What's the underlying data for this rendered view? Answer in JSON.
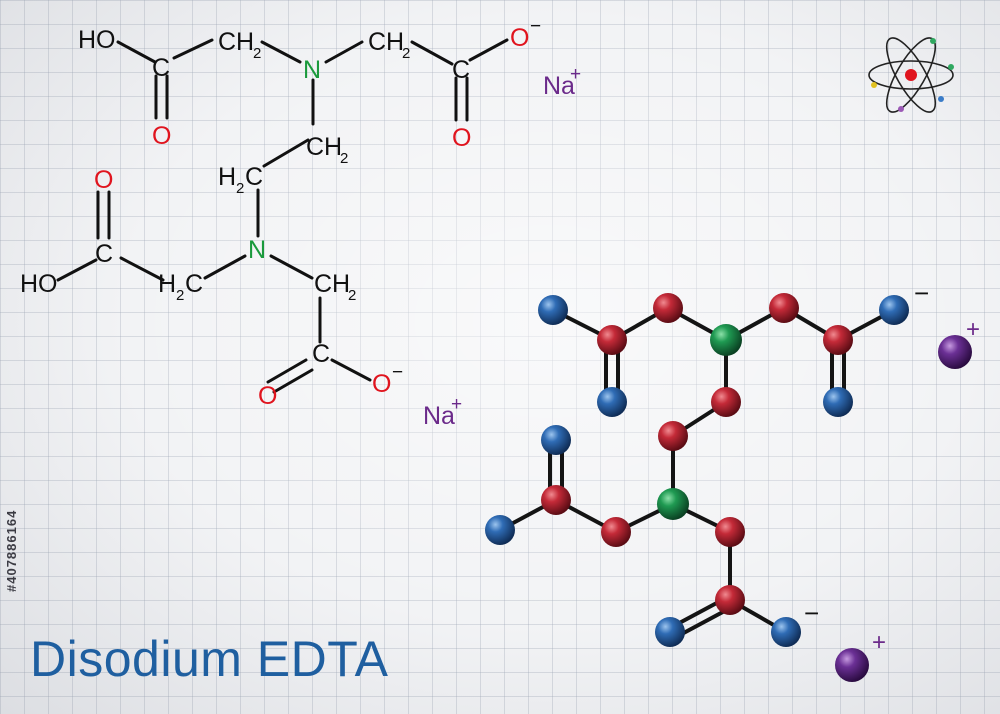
{
  "title": "Disodium EDTA",
  "stock_id": "#407886164",
  "colors": {
    "black": "#111111",
    "oxygen": "#e0141e",
    "nitrogen": "#1a9a3c",
    "sodium": "#6b2a8a",
    "title": "#1f5fa0",
    "ball_red": "#c42a38",
    "ball_blue": "#2f6cb5",
    "ball_green": "#1f9a52",
    "ball_purple": "#6b3095"
  },
  "structure": {
    "atoms": {
      "ho_top": "HO",
      "c_top_left": "C",
      "o_top_left": "O",
      "ch2_top_left": "CH",
      "ch2_top_left_sub": "2",
      "n_top": "N",
      "ch2_top_right": "CH",
      "ch2_top_right_sub": "2",
      "c_top_right": "C",
      "o_top_right": "O",
      "o_minus_top": "O",
      "o_minus_top_charge": "−",
      "na_top": "Na",
      "na_top_charge": "+",
      "ch2_bridge_upper": "CH",
      "ch2_bridge_upper_sub": "2",
      "ch2_bridge_lower": "H",
      "ch2_bridge_lower_sub": "2",
      "ch2_bridge_lower_c": "C",
      "o_left": "O",
      "c_left": "C",
      "ho_left": "HO",
      "ch2_left": "H",
      "ch2_left_sub": "2",
      "ch2_left_c": "C",
      "n_bottom": "N",
      "ch2_bottom": "CH",
      "ch2_bottom_sub": "2",
      "c_bottom": "C",
      "o_bottom": "O",
      "o_minus_bottom": "O",
      "o_minus_bottom_charge": "−",
      "na_bottom": "Na",
      "na_bottom_charge": "+"
    }
  },
  "model": {
    "charge_minus_1": "−",
    "charge_minus_2": "−",
    "charge_plus_1": "+",
    "charge_plus_2": "+"
  }
}
